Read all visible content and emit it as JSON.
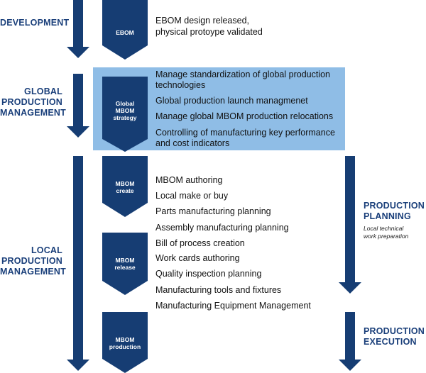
{
  "colors": {
    "navy": "#163d73",
    "highlight": "#8fbde6",
    "label": "#1a3f7a"
  },
  "left_stages": {
    "development": [
      "DEVELOPMENT"
    ],
    "global": [
      "GLOBAL",
      "PRODUCTION",
      "MANAGEMENT"
    ],
    "local": [
      "LOCAL",
      "PRODUCTION",
      "MANAGEMENT"
    ]
  },
  "right_stages": {
    "planning": [
      "PRODUCTION",
      "PLANNING"
    ],
    "planning_note": [
      "Local technical",
      "work preparation"
    ],
    "execution": [
      "PRODUCTION",
      "EXECUTION"
    ]
  },
  "chevrons": {
    "ebom": [
      "EBOM"
    ],
    "global_mbom": [
      "Global",
      "MBOM",
      "strategy"
    ],
    "mbom_create": [
      "MBOM",
      "create"
    ],
    "mbom_release": [
      "MBOM",
      "release"
    ],
    "mbom_production": [
      "MBOM",
      "production"
    ]
  },
  "tasks": {
    "development": [
      "EBOM design released,",
      "physical protoype validated"
    ],
    "global": [
      "Manage standardization of global production",
      "technologies",
      "Global production launch managmenet",
      "Manage global MBOM production relocations",
      "Controlling of manufacturing key performance",
      "and cost indicators"
    ],
    "create": [
      "MBOM authoring",
      "Local make or buy",
      "Parts manufacturing planning",
      "Assembly manufacturing planning"
    ],
    "release": [
      "Bill of process creation",
      "Work cards authoring",
      "Quality inspection planning",
      "Manufacturing tools and fixtures",
      "Manufacturing Equipment Management"
    ]
  }
}
